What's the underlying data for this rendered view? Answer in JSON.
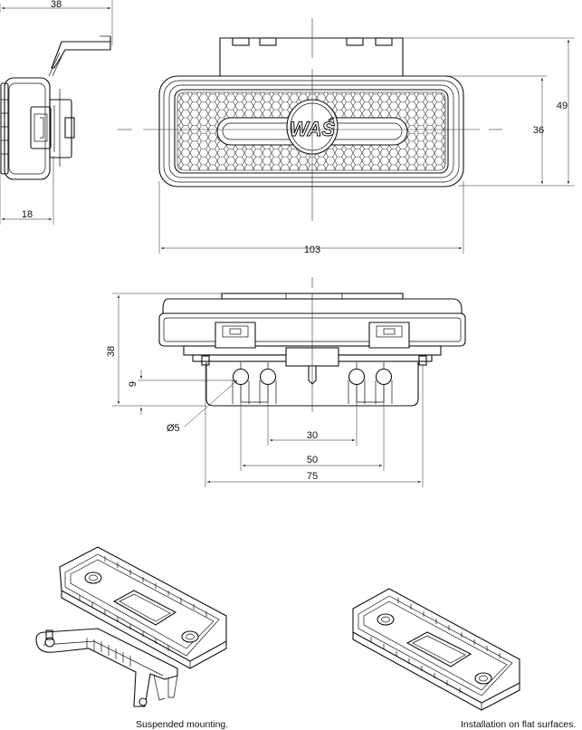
{
  "dimensions": {
    "side_width": "38",
    "side_depth": "18",
    "front_length": "103",
    "front_height_total": "49",
    "front_height_lens": "36",
    "bottom_height": "38",
    "bottom_offset": "9",
    "bottom_inner": "30",
    "bottom_middle": "50",
    "bottom_outer": "75",
    "hole_diameter": "Ø5"
  },
  "captions": {
    "suspended": "Suspended mounting.",
    "flat": "Installation on flat surfaces."
  },
  "logo_text": "WAŚ"
}
